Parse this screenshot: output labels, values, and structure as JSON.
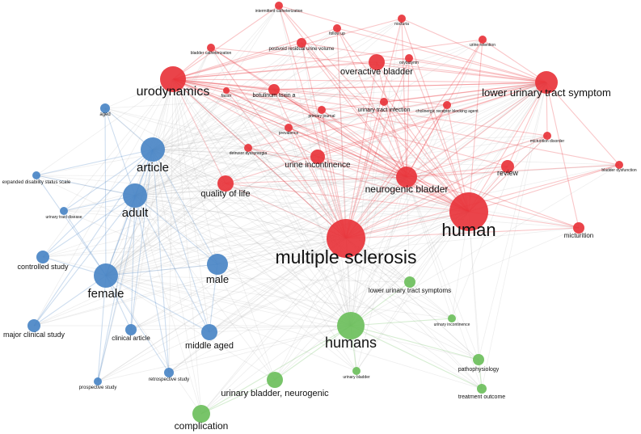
{
  "colors": {
    "red": "#e8343b",
    "blue": "#4a86c5",
    "green": "#6cbf5c",
    "gray": "#b3b3b3",
    "background": "#ffffff"
  },
  "nodes": [
    {
      "id": "multiple_sclerosis",
      "label": "multiple sclerosis",
      "cluster": "red"
    },
    {
      "id": "human",
      "label": "human",
      "cluster": "red"
    },
    {
      "id": "urodynamics",
      "label": "urodynamics",
      "cluster": "red"
    },
    {
      "id": "lower_urinary_tract_symptom",
      "label": "lower urinary tract symptom",
      "cluster": "red"
    },
    {
      "id": "overactive_bladder",
      "label": "overactive bladder",
      "cluster": "red"
    },
    {
      "id": "neurogenic_bladder",
      "label": "neurogenic bladder",
      "cluster": "red"
    },
    {
      "id": "quality_of_life",
      "label": "quality of life",
      "cluster": "red"
    },
    {
      "id": "urine_incontinence",
      "label": "urine incontinence",
      "cluster": "red"
    },
    {
      "id": "review",
      "label": "review",
      "cluster": "red"
    },
    {
      "id": "micturition",
      "label": "micturition",
      "cluster": "red"
    },
    {
      "id": "botulinum_toxin_a",
      "label": "botulinum toxin a",
      "cluster": "red"
    },
    {
      "id": "urinary_tract_infection",
      "label": "urinary tract infection",
      "cluster": "red"
    },
    {
      "id": "postvoid_residual_urine_volume",
      "label": "postvoid residual urine volume",
      "cluster": "red"
    },
    {
      "id": "intermittent_catheterization",
      "label": "intermittent catheterization",
      "cluster": "red"
    },
    {
      "id": "follow_up",
      "label": "follow up",
      "cluster": "red"
    },
    {
      "id": "nocturia",
      "label": "nocturia",
      "cluster": "red"
    },
    {
      "id": "urine_retention",
      "label": "urine retention",
      "cluster": "red"
    },
    {
      "id": "bladder_catheterization",
      "label": "bladder catheterization",
      "cluster": "red"
    },
    {
      "id": "oxybutynin",
      "label": "oxybutynin",
      "cluster": "red"
    },
    {
      "id": "cholinergic_receptor_blocking_agent",
      "label": "cholinergic receptor blocking agent",
      "cluster": "red"
    },
    {
      "id": "primary_journal",
      "label": "primary journal",
      "cluster": "red"
    },
    {
      "id": "prevalence",
      "label": "prevalence",
      "cluster": "red"
    },
    {
      "id": "detrusor_dyssynergia",
      "label": "detrusor dyssynergia",
      "cluster": "red"
    },
    {
      "id": "micturition_disorder",
      "label": "micturition disorder",
      "cluster": "red"
    },
    {
      "id": "bladder_dysfunction",
      "label": "bladder dysfunction",
      "cluster": "red"
    },
    {
      "id": "factor",
      "label": "factor",
      "cluster": "red"
    },
    {
      "id": "article",
      "label": "article",
      "cluster": "blue"
    },
    {
      "id": "adult",
      "label": "adult",
      "cluster": "blue"
    },
    {
      "id": "female",
      "label": "female",
      "cluster": "blue"
    },
    {
      "id": "male",
      "label": "male",
      "cluster": "blue"
    },
    {
      "id": "middle_aged",
      "label": "middle aged",
      "cluster": "blue"
    },
    {
      "id": "aged",
      "label": "aged",
      "cluster": "blue"
    },
    {
      "id": "expanded_disability_status_scale",
      "label": "expanded disability status scale",
      "cluster": "blue"
    },
    {
      "id": "urinary_tract_disease",
      "label": "urinary tract disease",
      "cluster": "blue"
    },
    {
      "id": "controlled_study",
      "label": "controlled study",
      "cluster": "blue"
    },
    {
      "id": "major_clinical_study",
      "label": "major clinical study",
      "cluster": "blue"
    },
    {
      "id": "clinical_article",
      "label": "clinical article",
      "cluster": "blue"
    },
    {
      "id": "retrospective_study",
      "label": "retrospective study",
      "cluster": "blue"
    },
    {
      "id": "prospective_study",
      "label": "prospective study",
      "cluster": "blue"
    },
    {
      "id": "humans",
      "label": "humans",
      "cluster": "green"
    },
    {
      "id": "urinary_bladder_neurogenic",
      "label": "urinary bladder, neurogenic",
      "cluster": "green"
    },
    {
      "id": "complication",
      "label": "complication",
      "cluster": "green"
    },
    {
      "id": "lower_urinary_tract_symptoms",
      "label": "lower urinary tract symptoms",
      "cluster": "green"
    },
    {
      "id": "urinary_incontinence",
      "label": "urinary incontinence",
      "cluster": "green"
    },
    {
      "id": "pathophysiology",
      "label": "pathophysiology",
      "cluster": "green"
    },
    {
      "id": "treatment_outcome",
      "label": "treatment outcome",
      "cluster": "green"
    },
    {
      "id": "urinary_bladder",
      "label": "urinary bladder",
      "cluster": "green"
    }
  ]
}
